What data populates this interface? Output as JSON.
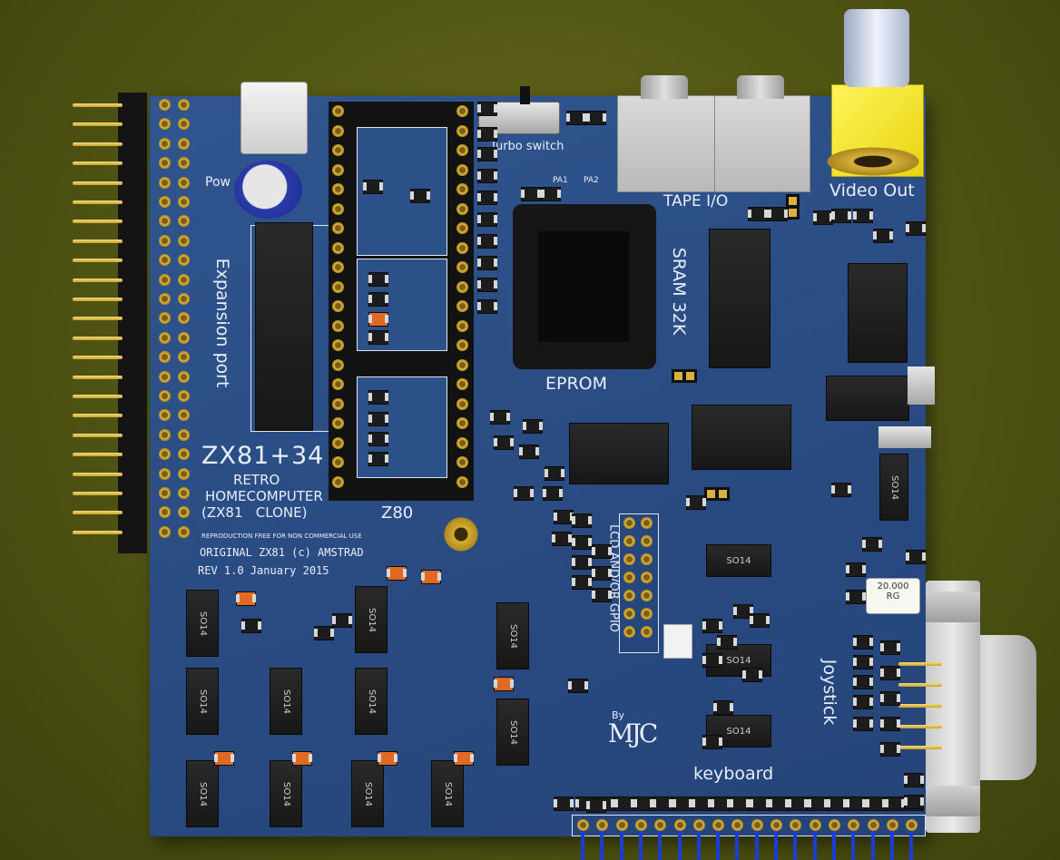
{
  "scene": {
    "board_name": "ZX81+34",
    "subtitle_line1": "RETRO",
    "subtitle_line2": "HOMECOMPUTER",
    "subtitle_line3": "(ZX81   CLONE)",
    "reproduction_note": "REPRODUCTION FREE FOR NON COMMERCIAL USE",
    "original_note": "ORIGINAL ZX81 (c) AMSTRAD",
    "revision": "REV 1.0 January 2015",
    "author_by": "By",
    "author_initials": "MJC"
  },
  "labels": {
    "expansion_port": "Expansion port",
    "power": "Pow",
    "turbo_switch": "Turbo switch",
    "tape_io": "TAPE I/O",
    "video_out": "Video Out",
    "sram": "SRAM 32K",
    "eprom": "EPROM",
    "z80": "Z80",
    "lcd_gpio": "LCD AND/OR GPIO",
    "joystick": "Joystick",
    "keyboard": "keyboard",
    "pa1": "PA1",
    "pa2": "PA2",
    "crystal_top": "20.000",
    "crystal_bottom": "RG",
    "so14": "SO14"
  },
  "colors": {
    "board": "#2a4c83",
    "silkscreen": "#e8eef8",
    "gold": "#d9b443",
    "rca": "#f2e21a",
    "background": "#4f5413"
  }
}
